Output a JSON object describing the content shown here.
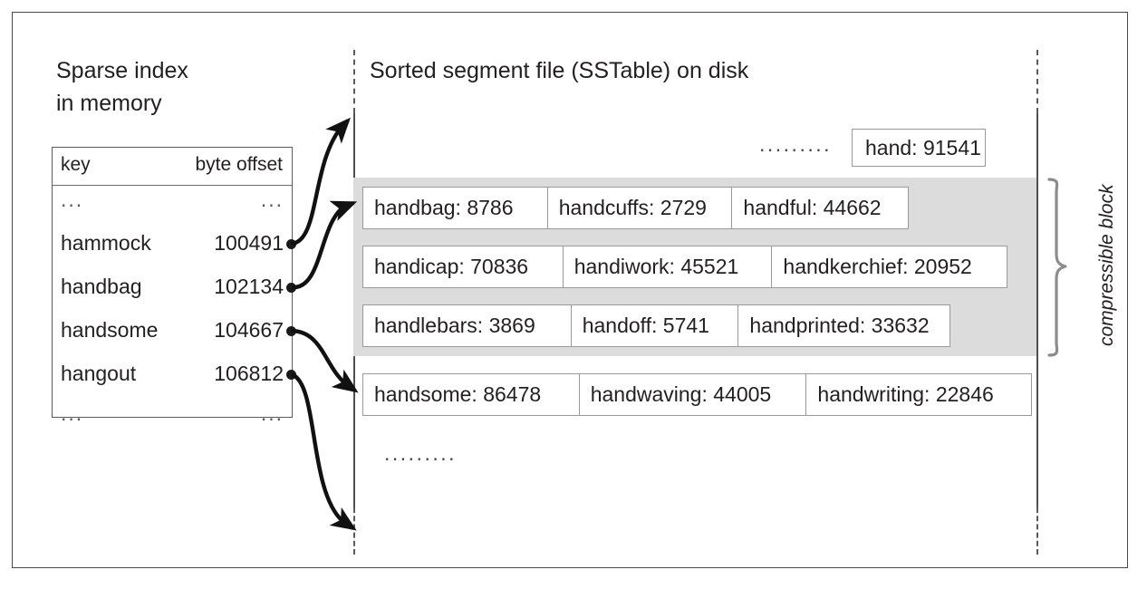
{
  "figure": {
    "sparse_index_title": "Sparse index\nin memory",
    "segment_title": "Sorted segment file (SSTable) on disk",
    "compressible_block_label": "compressible block"
  },
  "index_table": {
    "headers": {
      "key": "key",
      "byte_offset": "byte offset"
    },
    "ellipsis": "...",
    "rows": [
      {
        "key": "...",
        "offset": "..."
      },
      {
        "key": "hammock",
        "offset": "100491"
      },
      {
        "key": "handbag",
        "offset": "102134"
      },
      {
        "key": "handsome",
        "offset": "104667"
      },
      {
        "key": "hangout",
        "offset": "106812"
      },
      {
        "key": "...",
        "offset": "..."
      }
    ]
  },
  "segment": {
    "top_ellipsis": ".........",
    "bottom_ellipsis": ".........",
    "top_entry": "hand: 91541",
    "block_rows": [
      [
        "handbag: 8786",
        "handcuffs: 2729",
        "handful: 44662"
      ],
      [
        "handicap: 70836",
        "handiwork: 45521",
        "handkerchief: 20952"
      ],
      [
        "handlebars: 3869",
        "handoff: 5741",
        "handprinted: 33632"
      ]
    ],
    "trailing_row": [
      "handsome: 86478",
      "handwaving: 44005",
      "handwriting: 22846"
    ]
  },
  "colors": {
    "frame": "#4a4a4a",
    "block_fill": "#dcdcdc",
    "cell_border": "#9a9a9a",
    "rail": "#4f4f4f",
    "text": "#231f20"
  }
}
